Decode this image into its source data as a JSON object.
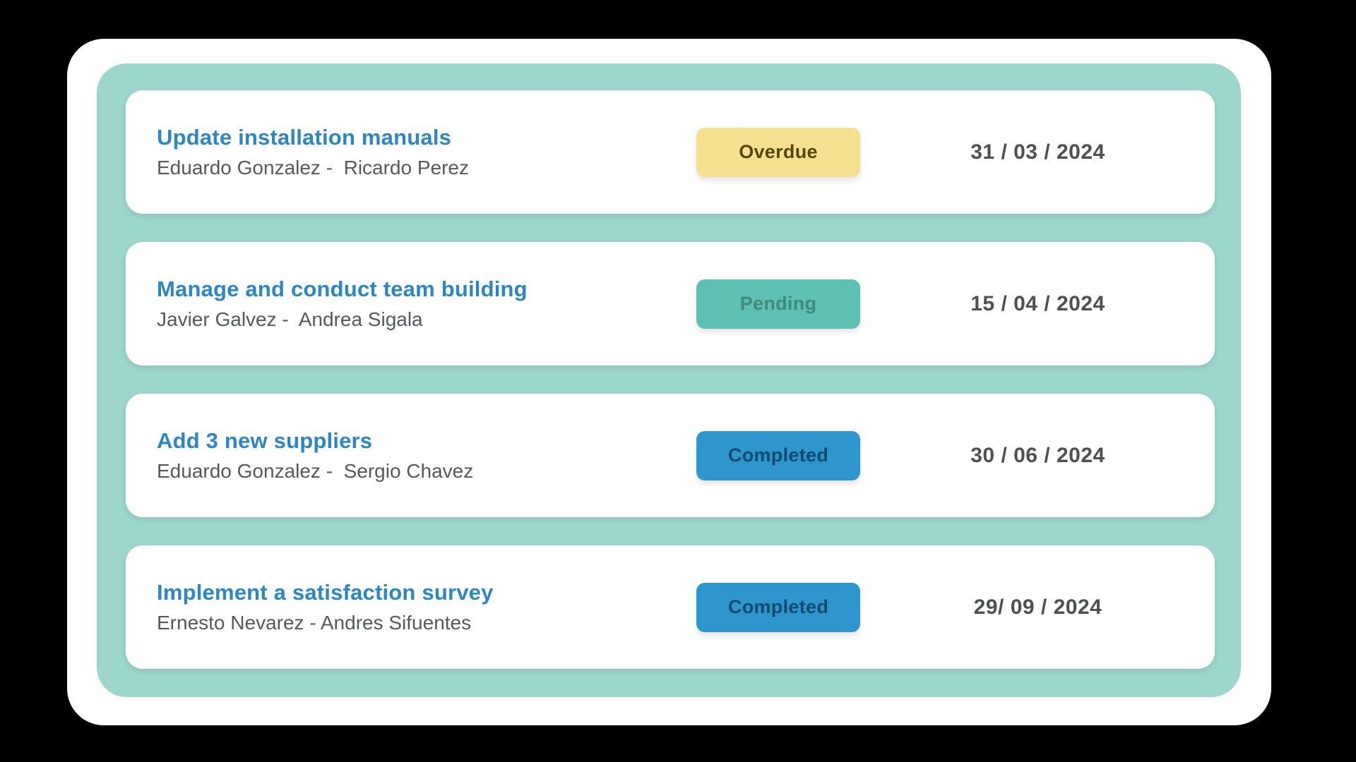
{
  "colors": {
    "page_bg": "#000000",
    "window_bg": "#ffffff",
    "panel_bg": "#9cd6cd",
    "card_bg": "#ffffff",
    "title_text": "#2b86c1",
    "assignees_text": "#57585a",
    "date_text": "#4f5052"
  },
  "status_styles": {
    "Overdue": {
      "bg": "#f6e08f",
      "text": "#584510"
    },
    "Pending": {
      "bg": "#5dc0b3",
      "text": "#3e8b7d"
    },
    "Completed": {
      "bg": "#2d96cd",
      "text": "#134a70"
    }
  },
  "tasks": [
    {
      "title": "Update installation manuals",
      "assignees": "Eduardo Gonzalez -  Ricardo Perez",
      "status": "Overdue",
      "due_date": "31 / 03 / 2024"
    },
    {
      "title": "Manage and conduct team building",
      "assignees": "Javier Galvez -  Andrea Sigala",
      "status": "Pending",
      "due_date": "15 / 04 / 2024"
    },
    {
      "title": "Add 3 new suppliers",
      "assignees": "Eduardo Gonzalez -  Sergio Chavez",
      "status": "Completed",
      "due_date": "30 / 06 / 2024"
    },
    {
      "title": "Implement a satisfaction survey",
      "assignees": "Ernesto Nevarez - Andres Sifuentes",
      "status": "Completed",
      "due_date": "29/ 09 / 2024"
    }
  ]
}
